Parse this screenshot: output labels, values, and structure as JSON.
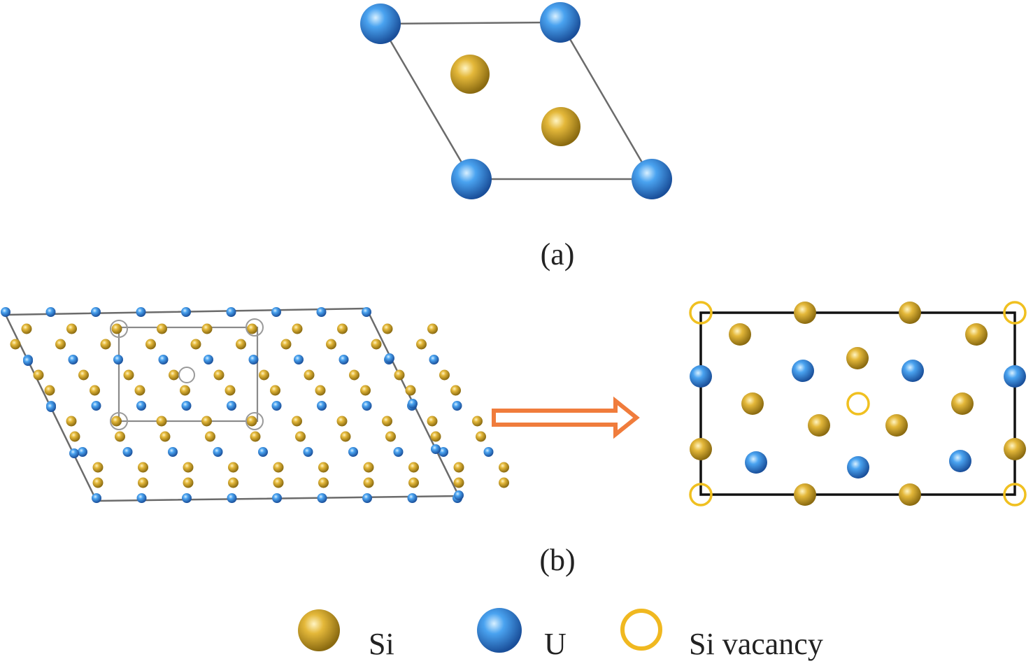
{
  "colors": {
    "si": "#d4a726",
    "u": "#3a8fe0",
    "vacancy": "#f0c020",
    "arrow": "#f07c3c",
    "cell_line": "#6b6b6b",
    "supercell_line": "#111111"
  },
  "panel_a": {
    "caption": "(a)",
    "atoms": [
      {
        "element": "U"
      },
      {
        "element": "U"
      },
      {
        "element": "U"
      },
      {
        "element": "U"
      },
      {
        "element": "Si"
      },
      {
        "element": "Si"
      }
    ]
  },
  "panel_b": {
    "caption": "(b)",
    "arrow": "right-arrow"
  },
  "legend": {
    "items": [
      {
        "icon": "si-atom",
        "label": "Si"
      },
      {
        "icon": "u-atom",
        "label": "U"
      },
      {
        "icon": "vacancy-ring",
        "label": "Si vacancy"
      }
    ]
  }
}
